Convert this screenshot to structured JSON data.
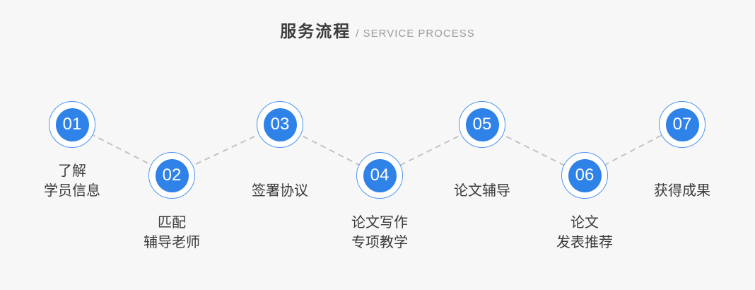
{
  "title": {
    "zh": "服务流程",
    "en": "/ SERVICE PROCESS"
  },
  "steps": [
    {
      "num": "01",
      "label_lines": [
        "了解",
        "学员信息"
      ]
    },
    {
      "num": "02",
      "label_lines": [
        "匹配",
        "辅导老师"
      ]
    },
    {
      "num": "03",
      "label_lines": [
        "签署协议"
      ]
    },
    {
      "num": "04",
      "label_lines": [
        "论文写作",
        "专项教学"
      ]
    },
    {
      "num": "05",
      "label_lines": [
        "论文辅导"
      ]
    },
    {
      "num": "06",
      "label_lines": [
        "论文",
        "发表推荐"
      ]
    },
    {
      "num": "07",
      "label_lines": [
        "获得成果"
      ]
    }
  ],
  "colors": {
    "accent": "#2F82E8",
    "ring": "#4E94F0",
    "connector": "#C3C3C3",
    "background": "#F7F7F7",
    "label": "#3B3B3B",
    "title_zh": "#3C3C3C",
    "title_en": "#9B9B9B"
  }
}
